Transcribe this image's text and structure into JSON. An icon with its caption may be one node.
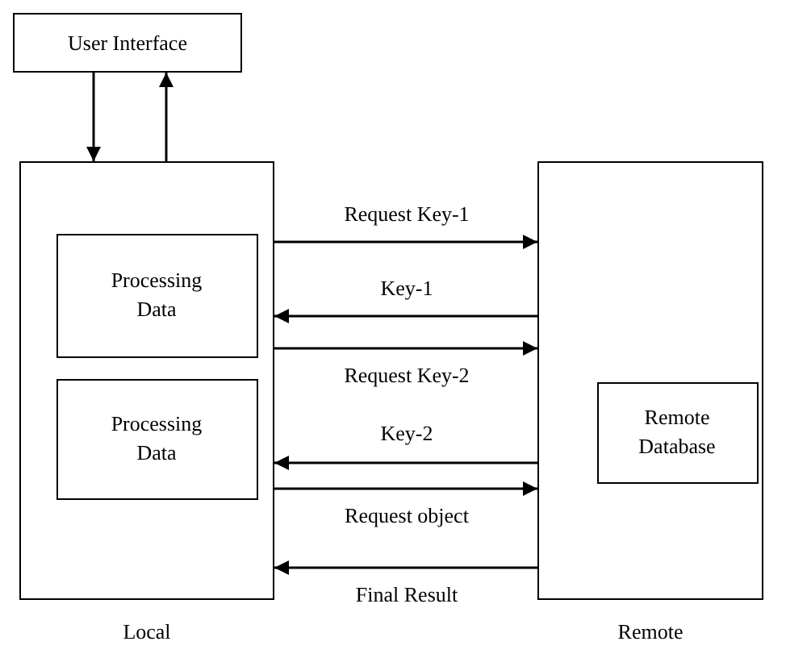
{
  "diagram": {
    "nodes": [
      {
        "text": [
          "User Interface"
        ]
      },
      {
        "text": [],
        "shape": "box",
        "beside": [
          "Local"
        ]
      },
      {
        "text": [
          "Processing Data"
        ],
        "in": 1
      },
      {
        "text": [
          "Processing Data"
        ],
        "in": 1
      },
      {
        "text": [],
        "shape": "box",
        "beside": [
          "Remote"
        ]
      },
      {
        "text": [
          "Remote Database"
        ],
        "in": 4
      }
    ],
    "edges": [
      {
        "from": 0,
        "to": 1,
        "arrow": "to"
      },
      {
        "from": 1,
        "to": 0,
        "arrow": "to"
      },
      {
        "from": 1,
        "to": 4,
        "arrow": "to",
        "label": "Request Key-1"
      },
      {
        "from": 4,
        "to": 1,
        "arrow": "to",
        "label": "Key-1"
      },
      {
        "from": 1,
        "to": 4,
        "arrow": "to",
        "label": "Request Key-2"
      },
      {
        "from": 4,
        "to": 1,
        "arrow": "to",
        "label": "Key-2"
      },
      {
        "from": 1,
        "to": 4,
        "arrow": "to",
        "label": "Request object"
      },
      {
        "from": 4,
        "to": 1,
        "arrow": "to",
        "label": "Final Result"
      }
    ]
  }
}
